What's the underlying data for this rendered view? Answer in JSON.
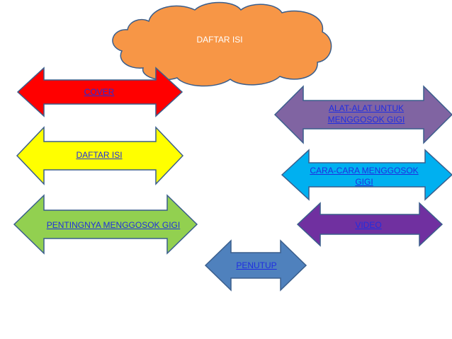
{
  "title": {
    "text": "DAFTAR ISI",
    "color": "#F79646"
  },
  "nav": {
    "cover": {
      "label": "COVER",
      "color": "#FF0000"
    },
    "daftar_isi": {
      "label": "DAFTAR ISI",
      "color": "#FFFF00"
    },
    "pentingnya": {
      "label": "PENTINGNYA MENGGOSOK GIGI",
      "color": "#92D050"
    },
    "penutup": {
      "label": "PENUTUP",
      "color": "#4F81BD"
    },
    "alat": {
      "label_line1": "ALAT-ALAT UNTUK",
      "label_line2": "MENGGOSOK GIGI",
      "color": "#8064A2"
    },
    "cara": {
      "label_line1": "CARA-CARA MENGGOSOK",
      "label_line2": "GIGI",
      "color": "#00B0F0"
    },
    "video": {
      "label": "VIDEO",
      "color": "#7030A0"
    }
  },
  "colors": {
    "link": "#1F2EE0",
    "outline": "#3A5E8C"
  }
}
